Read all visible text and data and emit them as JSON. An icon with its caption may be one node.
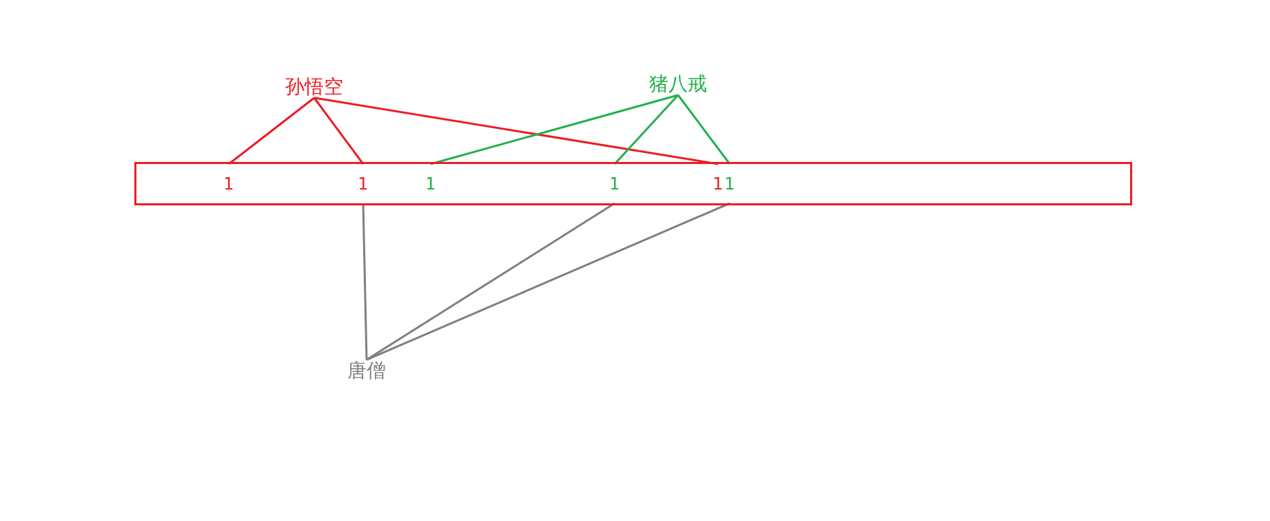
{
  "diagram": {
    "nodes": [
      {
        "text": [
          "孙悟空"
        ]
      },
      {
        "text": [
          "猪八戒"
        ]
      },
      {
        "text": [],
        "shape": "bar"
      },
      {
        "text": [
          "1"
        ],
        "in": 2
      },
      {
        "text": [
          "1"
        ],
        "in": 2
      },
      {
        "text": [
          "1"
        ],
        "in": 2
      },
      {
        "text": [
          "1"
        ],
        "in": 2
      },
      {
        "text": [
          "1"
        ],
        "in": 2
      },
      {
        "text": [
          "1"
        ],
        "in": 2
      },
      {
        "text": [
          "唐僧"
        ]
      }
    ],
    "edges": [
      {
        "from": 0,
        "to": 3,
        "arrow": "none",
        "color": "#ed1c24"
      },
      {
        "from": 0,
        "to": 4,
        "arrow": "none",
        "color": "#ed1c24"
      },
      {
        "from": 0,
        "to": 7,
        "arrow": "none",
        "color": "#ed1c24"
      },
      {
        "from": 1,
        "to": 5,
        "arrow": "none",
        "color": "#22b14c"
      },
      {
        "from": 1,
        "to": 6,
        "arrow": "none",
        "color": "#22b14c"
      },
      {
        "from": 1,
        "to": 8,
        "arrow": "none",
        "color": "#22b14c"
      },
      {
        "from": 9,
        "to": 4,
        "arrow": "none",
        "color": "#7f7f7f"
      },
      {
        "from": 9,
        "to": 6,
        "arrow": "none",
        "color": "#7f7f7f"
      },
      {
        "from": 9,
        "to": 8,
        "arrow": "none",
        "color": "#7f7f7f"
      }
    ]
  }
}
